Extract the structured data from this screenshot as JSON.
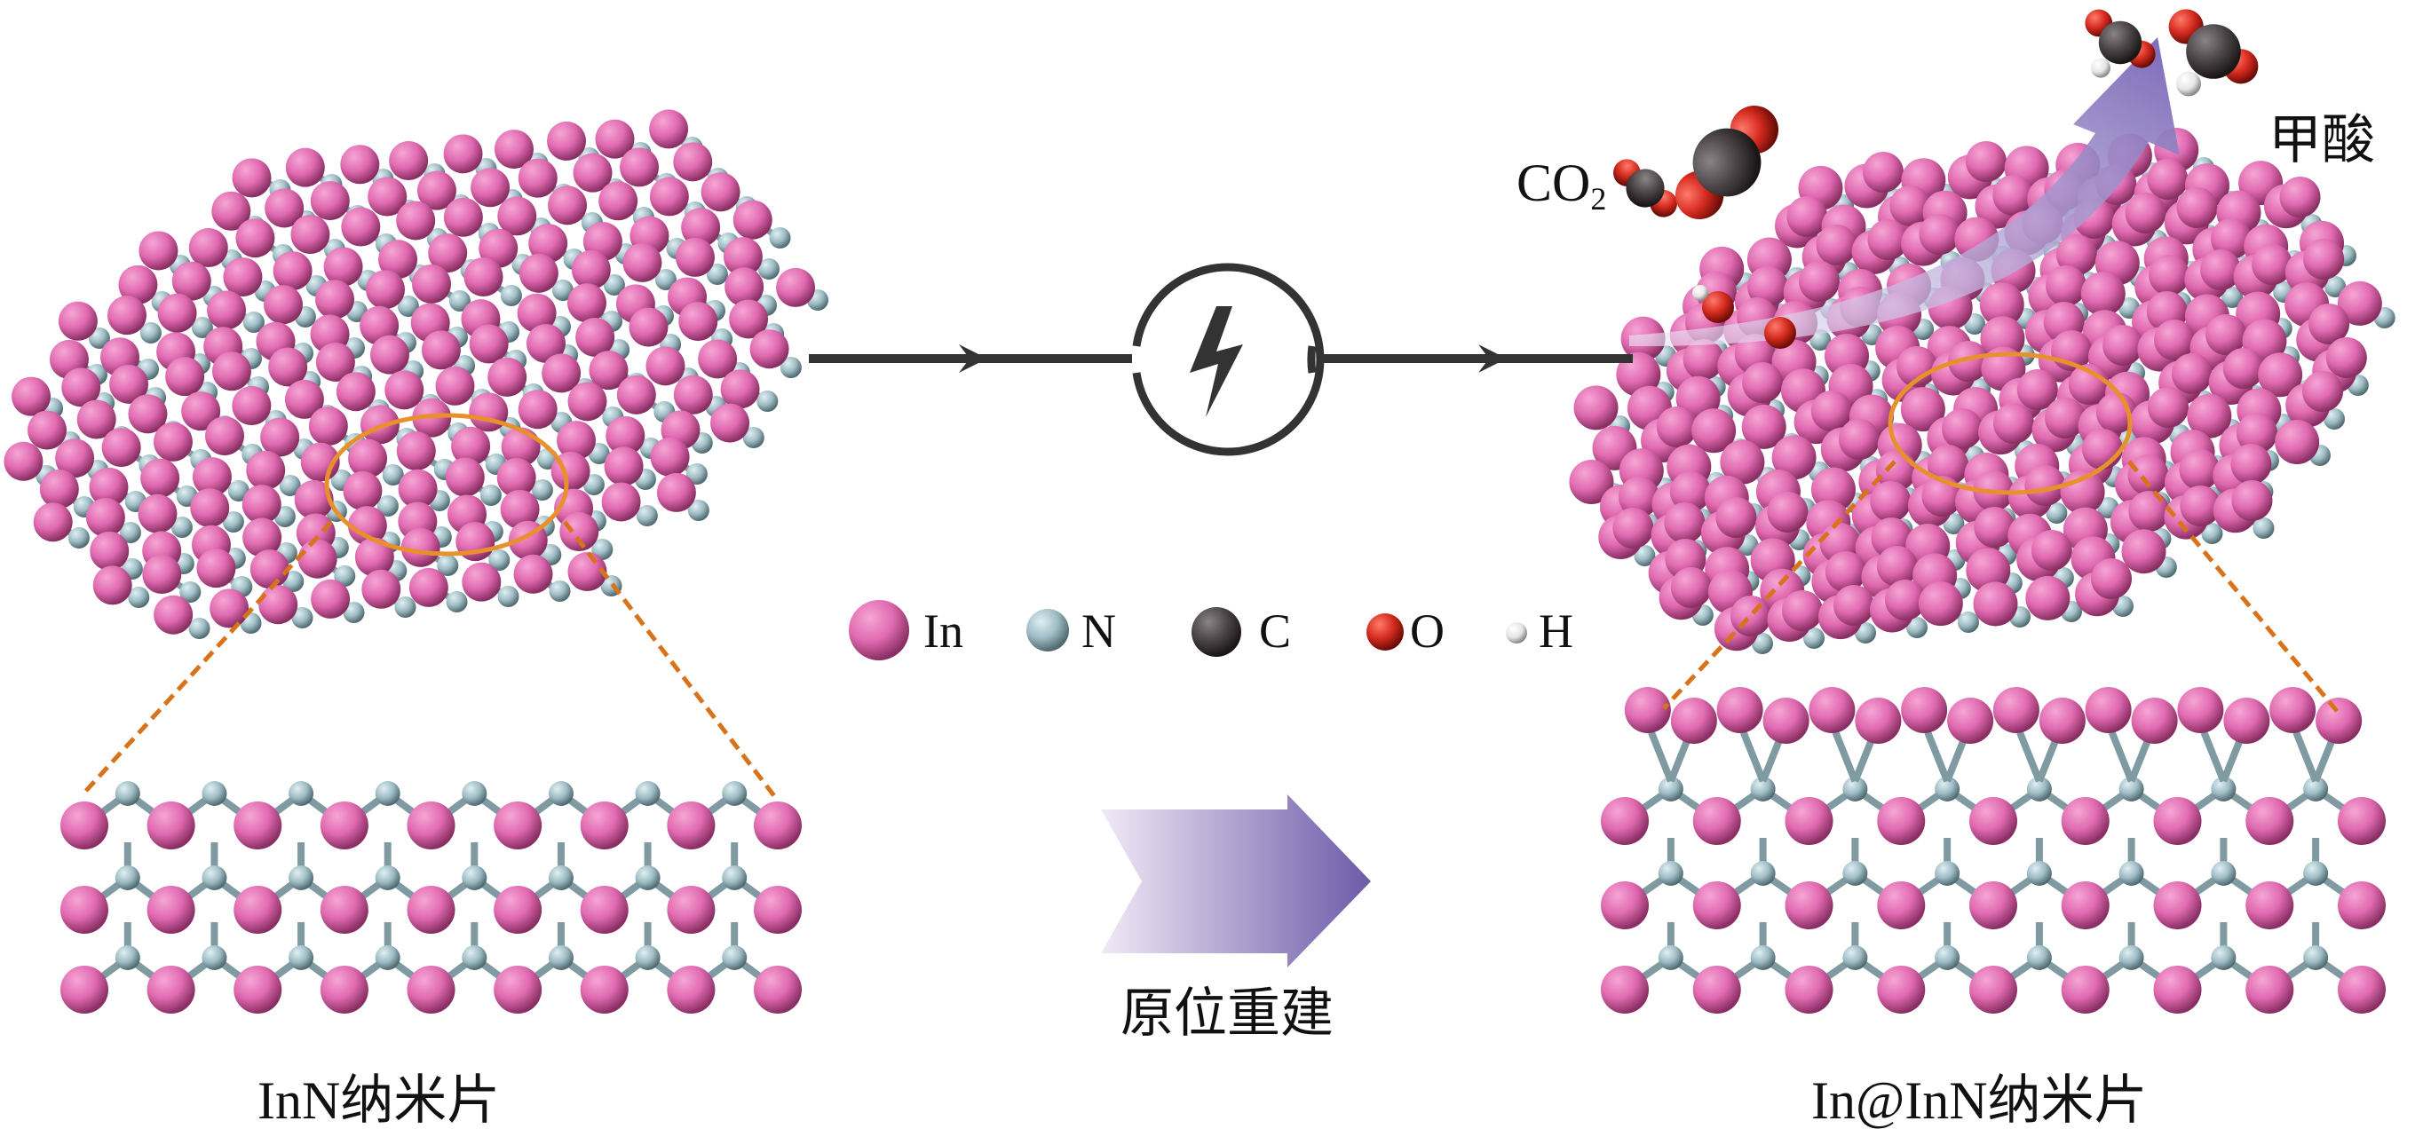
{
  "labels": {
    "left_caption": "InN纳米片",
    "right_caption": "In@InN纳米片",
    "middle_caption": "原位重建",
    "co2": "CO",
    "co2_sub": "2",
    "product": "甲酸"
  },
  "legend": [
    {
      "symbol": "In",
      "color": "#e26bb2"
    },
    {
      "symbol": "N",
      "color": "#9fbcc4"
    },
    {
      "symbol": "C",
      "color": "#4a4446"
    },
    {
      "symbol": "O",
      "color": "#d42a1e"
    },
    {
      "symbol": "H",
      "color": "#eeeeee"
    }
  ],
  "colors": {
    "arrow_line": "#333333",
    "zoom_outline": "#e8902c",
    "reconstruction_arrow": "#7c6bb5"
  },
  "icons": {
    "power": "lightning-bolt-icon"
  }
}
